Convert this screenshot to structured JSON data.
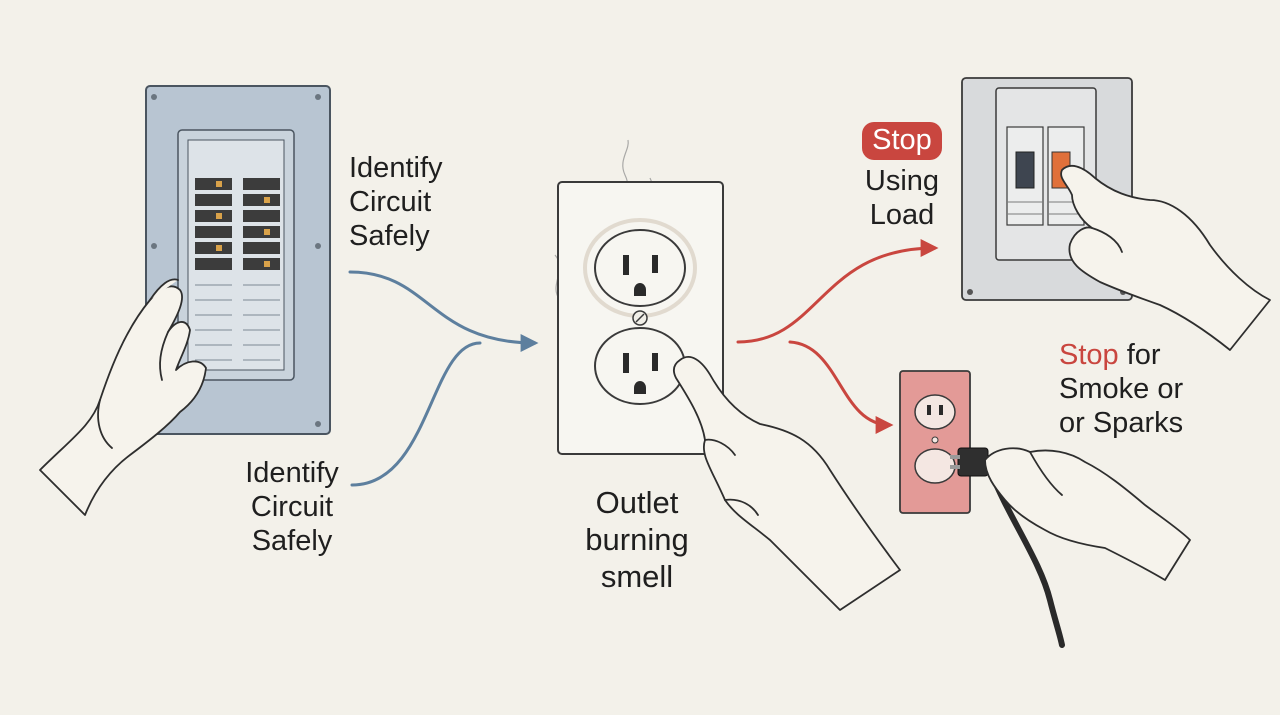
{
  "labels": {
    "identify_top": [
      "Identify",
      "Circuit",
      "Safely"
    ],
    "identify_bottom": [
      "Identify",
      "Circuit",
      "Safely"
    ],
    "outlet": [
      "Outlet",
      "burning",
      "smell"
    ],
    "stop_using": {
      "stop": "Stop",
      "lines": [
        "Using",
        "Load"
      ]
    },
    "stop_smoke": {
      "stop": "Stop",
      "rest": " for",
      "lines": [
        "Smoke or",
        "or Sparks"
      ]
    }
  },
  "colors": {
    "background": "#f3f1ea",
    "blue_arrow": "#5d7f9e",
    "red_arrow": "#c9463f",
    "panel": "#b9c6d3",
    "outlet_red": "#e39a97"
  }
}
